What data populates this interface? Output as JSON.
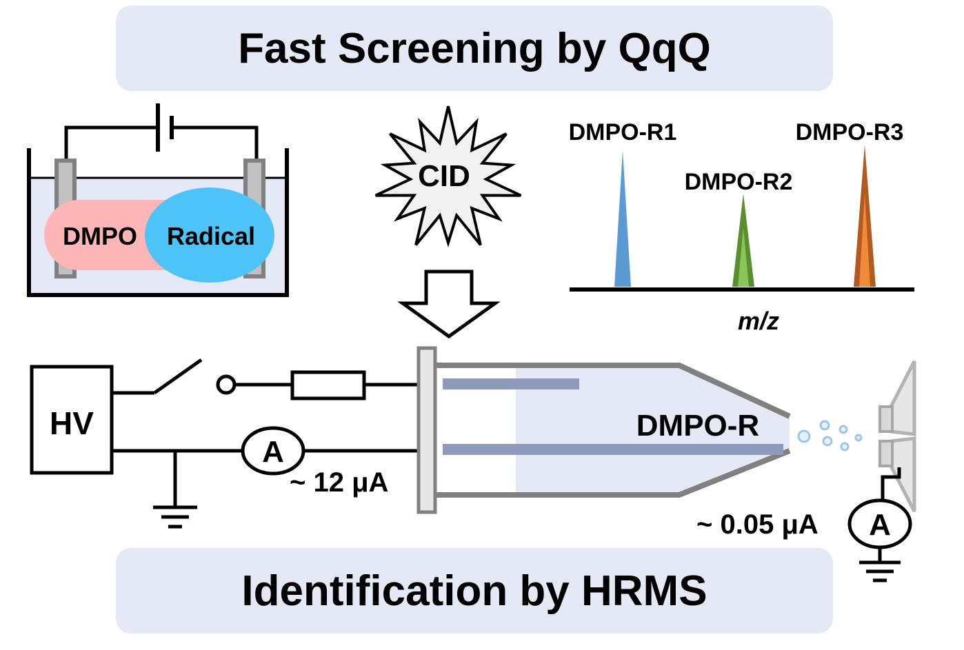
{
  "banners": {
    "top": "Fast Screening by QqQ",
    "bottom": "Identification by HRMS"
  },
  "cell": {
    "dmpo_label": "DMPO",
    "radical_label": "Radical",
    "colors": {
      "dmpo": "#fdb5b5",
      "radical": "#4dc3f7",
      "solution": "#e4e9f5"
    }
  },
  "cid_label": "CID",
  "spectrum": {
    "peaks": [
      "DMPO-R1",
      "DMPO-R2",
      "DMPO-R3"
    ],
    "axis_label": "m/z",
    "colors": [
      "#5b9bd5",
      "#5a8f2e",
      "#e07a2a"
    ]
  },
  "circuit": {
    "hv_label": "HV",
    "ammeter_symbol": "A",
    "current_source": "~ 12 μA",
    "current_detector": "~ 0.05 μA"
  },
  "emitter_label": "DMPO-R"
}
